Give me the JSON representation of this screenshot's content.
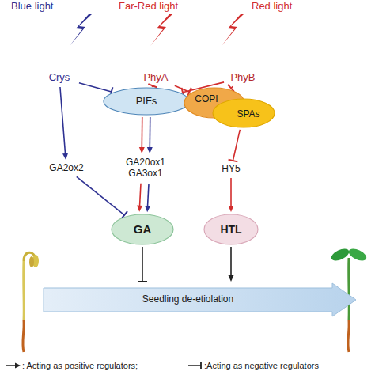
{
  "diagram": {
    "nodes": [
      {
        "text": [
          "Crys"
        ]
      },
      {
        "text": [
          "PhyA"
        ]
      },
      {
        "text": [
          "PhyB"
        ]
      },
      {
        "text": [
          "PIFs"
        ]
      },
      {
        "text": [
          "COPI"
        ]
      },
      {
        "text": [
          "SPAs"
        ]
      },
      {
        "text": [
          "GA2ox2"
        ]
      },
      {
        "text": [
          "GA20ox1 GA3ox1"
        ]
      },
      {
        "text": [
          "HY5"
        ]
      },
      {
        "text": [
          "GA"
        ]
      },
      {
        "text": [
          "HTL"
        ]
      },
      {
        "text": [
          "Seedling de-etiolation"
        ]
      }
    ],
    "edges": [
      {
        "from": 0,
        "to": 3,
        "arrow": "to"
      },
      {
        "from": 0,
        "to": 6,
        "arrow": "to"
      },
      {
        "from": 1,
        "to": 3,
        "arrow": "to"
      },
      {
        "from": 1,
        "to": 4,
        "arrow": "to"
      },
      {
        "from": 2,
        "to": 3,
        "arrow": "to"
      },
      {
        "from": 2,
        "to": 4,
        "arrow": "to"
      },
      {
        "from": 3,
        "to": 7,
        "arrow": "to"
      },
      {
        "from": 3,
        "to": 7,
        "arrow": "to"
      },
      {
        "from": 6,
        "to": 9,
        "arrow": "to"
      },
      {
        "from": 7,
        "to": 9,
        "arrow": "to"
      },
      {
        "from": 7,
        "to": 9,
        "arrow": "to"
      },
      {
        "from": 5,
        "to": 8,
        "arrow": "to"
      },
      {
        "from": 8,
        "to": 10,
        "arrow": "to"
      },
      {
        "from": 9,
        "to": 11,
        "arrow": "to"
      },
      {
        "from": 10,
        "to": 11,
        "arrow": "to"
      }
    ],
    "labels": [
      "Blue light",
      "Far-Red light",
      "Red light"
    ],
    "legend": [
      {
        "text": ": Acting as positive regulators;"
      },
      {
        "text": ":Acting as negative regulators"
      }
    ]
  }
}
